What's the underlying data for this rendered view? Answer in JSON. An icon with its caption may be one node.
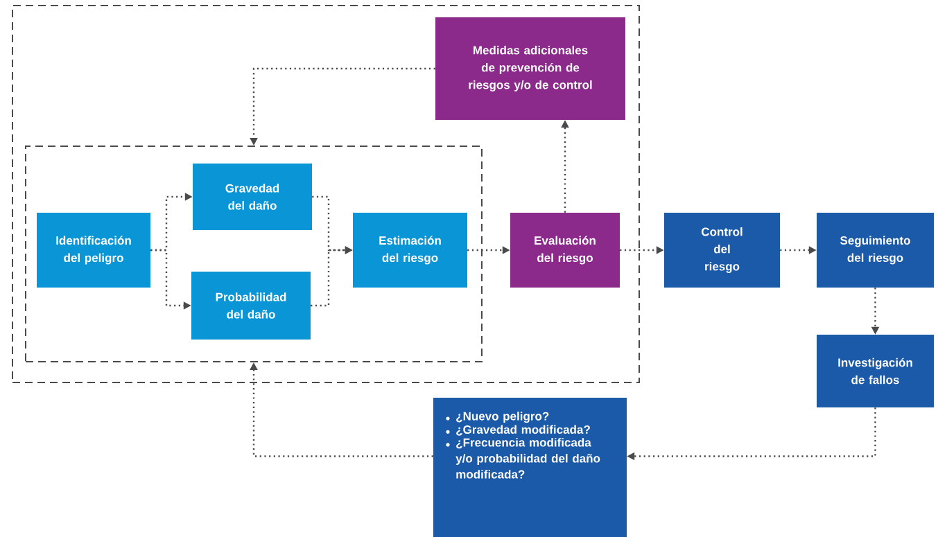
{
  "diagram": {
    "nodes": [
      {
        "text": [],
        "shape": "box"
      },
      {
        "text": [
          "Medidas adicionales de prevención de riesgos y/o de control"
        ],
        "in": 0
      },
      {
        "text": [],
        "shape": "box",
        "in": 0
      },
      {
        "text": [
          "Identificación del peligro"
        ],
        "in": 2
      },
      {
        "text": [
          "Gravedad del daño"
        ],
        "in": 2
      },
      {
        "text": [
          "Probabilidad del daño"
        ],
        "in": 2
      },
      {
        "text": [
          "Estimación del riesgo"
        ],
        "in": 2
      },
      {
        "text": [
          "Evaluación del riesgo"
        ],
        "in": 0
      },
      {
        "text": [
          "Control del riesgo"
        ]
      },
      {
        "text": [
          "Seguimiento del riesgo"
        ]
      },
      {
        "text": [
          "Investigación de fallos"
        ]
      },
      {
        "text": [
          "¿Nuevo peligro?",
          "¿Gravedad modificada?",
          "¿Frecuencia modificada y/o probabilidad del daño modificada?"
        ]
      }
    ],
    "edges": [
      {
        "from": 3,
        "to": 4,
        "arrow": "to"
      },
      {
        "from": 3,
        "to": 5,
        "arrow": "to"
      },
      {
        "from": 4,
        "to": 6,
        "arrow": "to"
      },
      {
        "from": 5,
        "to": 6,
        "arrow": "to"
      },
      {
        "from": 6,
        "to": 7,
        "arrow": "to"
      },
      {
        "from": 7,
        "to": 1,
        "arrow": "to"
      },
      {
        "from": 1,
        "to": 2,
        "arrow": "to"
      },
      {
        "from": 7,
        "to": 8,
        "arrow": "to"
      },
      {
        "from": 8,
        "to": 9,
        "arrow": "to"
      },
      {
        "from": 9,
        "to": 10,
        "arrow": "to"
      },
      {
        "from": 10,
        "to": 11,
        "arrow": "to"
      },
      {
        "from": 11,
        "to": 2,
        "arrow": "to"
      }
    ]
  }
}
